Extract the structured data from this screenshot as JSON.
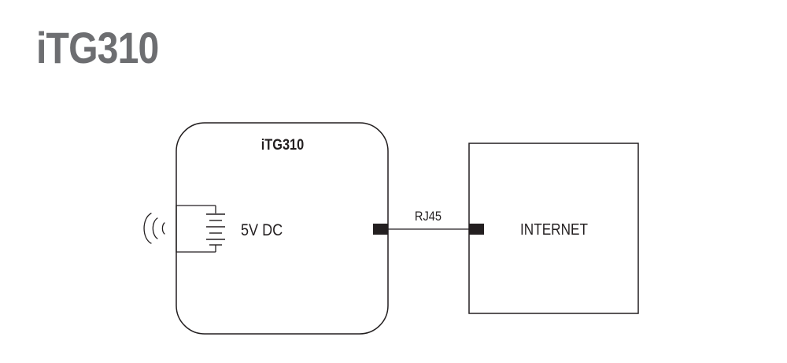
{
  "title": "iTG310",
  "device": {
    "name": "iTG310",
    "power_label": "5V DC"
  },
  "connection": {
    "label": "RJ45"
  },
  "network": {
    "label": "INTERNET"
  },
  "colors": {
    "title": "#6d6e71",
    "line": "#231f20"
  },
  "icons": [
    "wireless-signal-icon",
    "battery-icon"
  ]
}
